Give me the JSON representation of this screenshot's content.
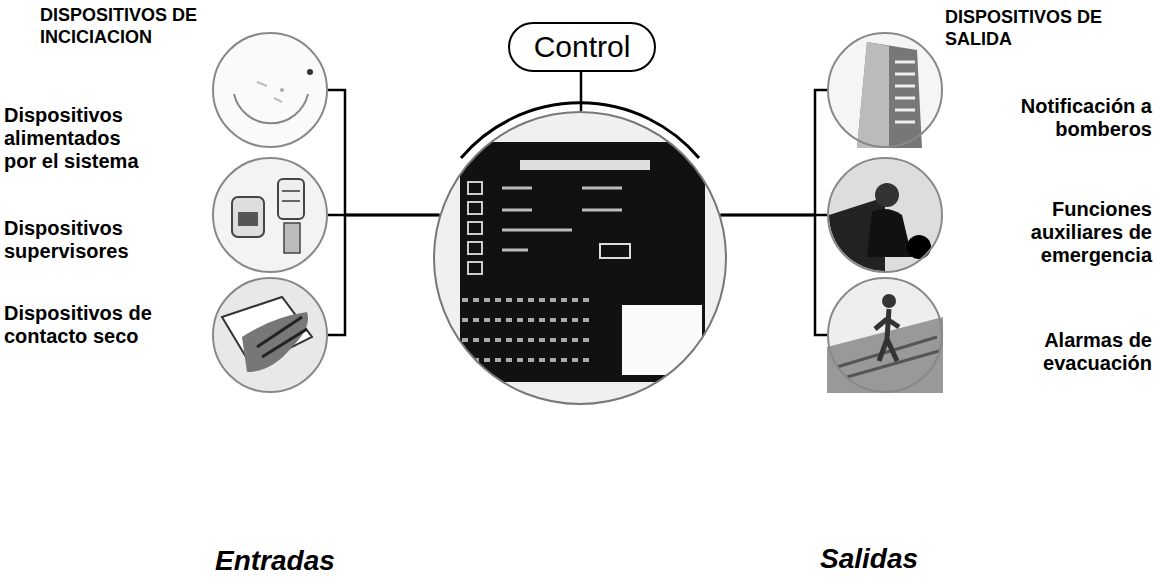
{
  "diagram": {
    "nodes": [
      {
        "text": [
          "Dispositivos alimentados por el sistema"
        ]
      },
      {
        "text": [
          "Dispositivos supervisores"
        ]
      },
      {
        "text": [
          "Dispositivos de contacto seco"
        ]
      },
      {
        "text": [
          "Control"
        ]
      },
      {
        "text": []
      },
      {
        "text": [
          "Notificación a bomberos"
        ]
      },
      {
        "text": [
          "Funciones auxiliares de emergencia"
        ]
      },
      {
        "text": [
          "Alarmas de evacuación"
        ]
      }
    ],
    "edges": [
      {
        "from": 3,
        "to": 4,
        "arrow": "none"
      },
      {
        "from": 0,
        "to": 4,
        "arrow": "none"
      },
      {
        "from": 1,
        "to": 4,
        "arrow": "none"
      },
      {
        "from": 2,
        "to": 4,
        "arrow": "none"
      },
      {
        "from": 4,
        "to": 5,
        "arrow": "none"
      },
      {
        "from": 4,
        "to": 6,
        "arrow": "none"
      },
      {
        "from": 4,
        "to": 7,
        "arrow": "none"
      }
    ],
    "labels": [
      "DISPOSITIVOS DE INCICIACION",
      "DISPOSITIVOS DE SALIDA",
      "Entradas",
      "Salidas"
    ]
  }
}
